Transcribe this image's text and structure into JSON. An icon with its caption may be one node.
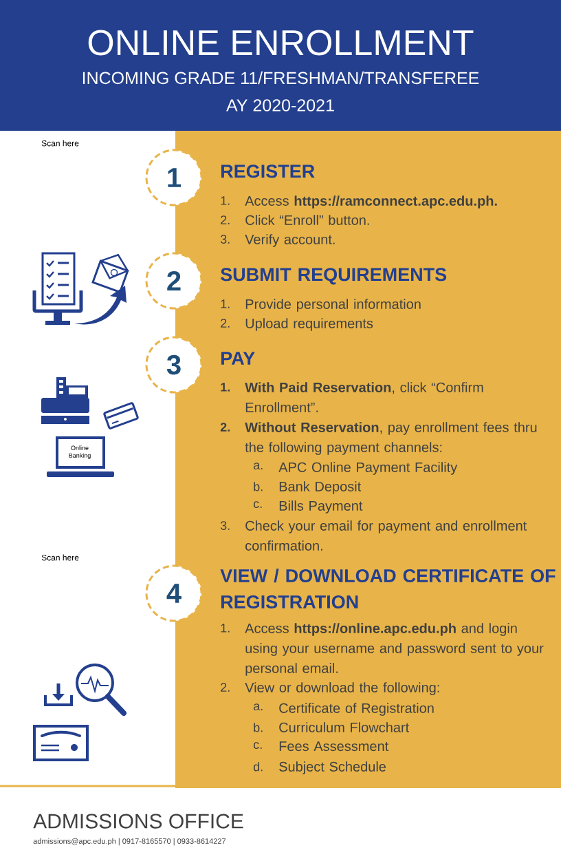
{
  "diagram": {
    "title": "ONLINE ENROLLMENT",
    "nodes": [
      {
        "text": [
          "1"
        ]
      },
      {
        "text": [
          "2"
        ]
      },
      {
        "text": [
          "3"
        ]
      },
      {
        "text": [
          "4"
        ]
      }
    ],
    "labels": [
      "INCOMING GRADE 11/FRESHMAN/TRANSFEREE",
      "AY 2020-2021",
      "Scan here",
      "REGISTER",
      "1.",
      "Access **https://ramconnect.apc.edu.ph.**",
      "2.",
      "Click “Enroll” button.",
      "3.",
      "Verify account.",
      "SUBMIT REQUIREMENTS",
      "1.",
      "Provide personal information",
      "2.",
      "Upload requirements",
      "PAY",
      "1.",
      "**With Paid Reservation**, click “Confirm Enrollment”.",
      "2.",
      "**Without Reservation**, pay enrollment fees thru the following payment channels:",
      "a.",
      "APC Online Payment Facility",
      "b.",
      "Bank Deposit",
      "c.",
      "Bills Payment",
      "3.",
      "Check your email for payment and enrollment confirmation.",
      "Online Banking",
      "Scan here",
      "VIEW / DOWNLOAD CERTIFICATE OF REGISTRATION",
      "1.",
      "Access **https://online.apc.edu.ph** and login using your username and password sent to your personal email.",
      "2.",
      "View or download the following:",
      "a.",
      "Certificate of Registration",
      "b.",
      "Curriculum Flowchart",
      "c.",
      "Fees Assessment",
      "d.",
      "Subject Schedule",
      "ADMISSIONS OFFICE",
      "admissions@apc.edu.ph | 0917-8165570 | 0933-8614227"
    ]
  }
}
